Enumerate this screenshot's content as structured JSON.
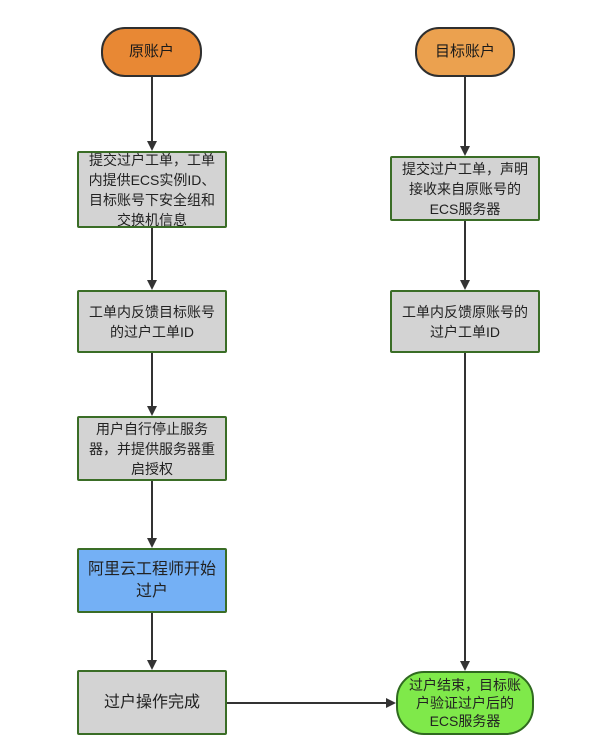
{
  "diagram": {
    "nodes": {
      "source_account": "原账户",
      "target_account": "目标账户",
      "left_step1": "提交过户工单，工单内提供ECS实例ID、目标账号下安全组和交换机信息",
      "left_step2": "工单内反馈目标账号的过户工单ID",
      "left_step3": "用户自行停止服务器，并提供服务器重启授权",
      "left_step4": "阿里云工程师开始过户",
      "left_step5": "过户操作完成",
      "right_step1": "提交过户工单，声明接收来自原账号的ECS服务器",
      "right_step2": "工单内反馈原账号的过户工单ID",
      "right_end": "过户结束，目标账户验证过户后的ECS服务器"
    },
    "colors": {
      "start_left": "#e88834",
      "start_right": "#eba14f",
      "process": "#d3d3d3",
      "highlight": "#74b0f5",
      "end": "#7fe94a",
      "border": "#3a6d26",
      "arrow": "#333333"
    }
  }
}
